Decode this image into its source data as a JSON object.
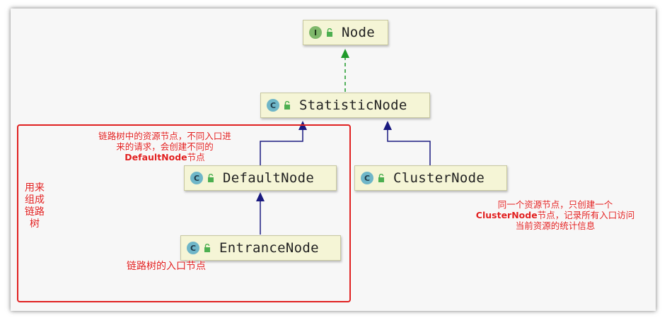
{
  "nodes": {
    "node": {
      "label": "Node",
      "badge": "I"
    },
    "statistic": {
      "label": "StatisticNode",
      "badge": "C"
    },
    "default": {
      "label": "DefaultNode",
      "badge": "C"
    },
    "cluster": {
      "label": "ClusterNode",
      "badge": "C"
    },
    "entrance": {
      "label": "EntranceNode",
      "badge": "C"
    }
  },
  "annotations": {
    "default_note_line1": "链路树中的资源节点，不同入口进",
    "default_note_line2": "来的请求，会创建不同的",
    "default_note_line3_bold": "DefaultNode",
    "default_note_line3_rest": "节点",
    "cluster_note_line1": "同一个资源节点，只创建一个",
    "cluster_note_line2_bold": "ClusterNode",
    "cluster_note_line2_rest": "节点，记录所有入口访问",
    "cluster_note_line3": "当前资源的统计信息",
    "entrance_note": "链路树的入口节点",
    "side_label_1": "用来",
    "side_label_2": "组成",
    "side_label_3": "链路",
    "side_label_4": "树"
  },
  "colors": {
    "red": "#e02020",
    "navy_arrow": "#1a1a80",
    "green_arrow": "#1f9a2a",
    "node_fill": "#f5f5d6"
  }
}
